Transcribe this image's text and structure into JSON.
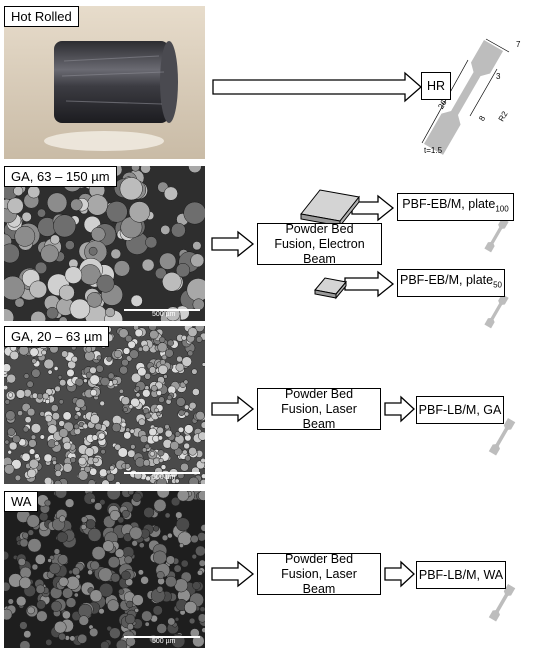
{
  "panels": [
    {
      "label": "Hot Rolled",
      "scale": ""
    },
    {
      "label": "GA, 63 – 150 µm",
      "scale": "500 µm"
    },
    {
      "label": "GA, 20 – 63 µm",
      "scale": "500 µm"
    },
    {
      "label": "WA",
      "scale": "500 µm"
    }
  ],
  "processes": {
    "ebm": "Powder Bed Fusion, Electron Beam",
    "lbm_ga": "Powder Bed Fusion, Laser Beam",
    "lbm_wa": "Powder Bed Fusion, Laser Beam"
  },
  "outputs": {
    "hr": "HR",
    "eb100_main": "PBF-EB/M, plate",
    "eb100_sub": "100",
    "eb50_main": "PBF-EB/M, plate",
    "eb50_sub": "50",
    "lb_ga": "PBF-LB/M, GA",
    "lb_wa": "PBF-LB/M, WA"
  },
  "specimen": {
    "dim_width": "7",
    "dim_gauge_width": "3",
    "dim_length": "26",
    "dim_gauge_length": "8",
    "dim_radius": "R2",
    "dim_thickness": "t=1.5"
  },
  "colors": {
    "specimen": "#bdbdbd",
    "plate": "#d0d0d0",
    "sem_bg": "#3a3a3a"
  }
}
